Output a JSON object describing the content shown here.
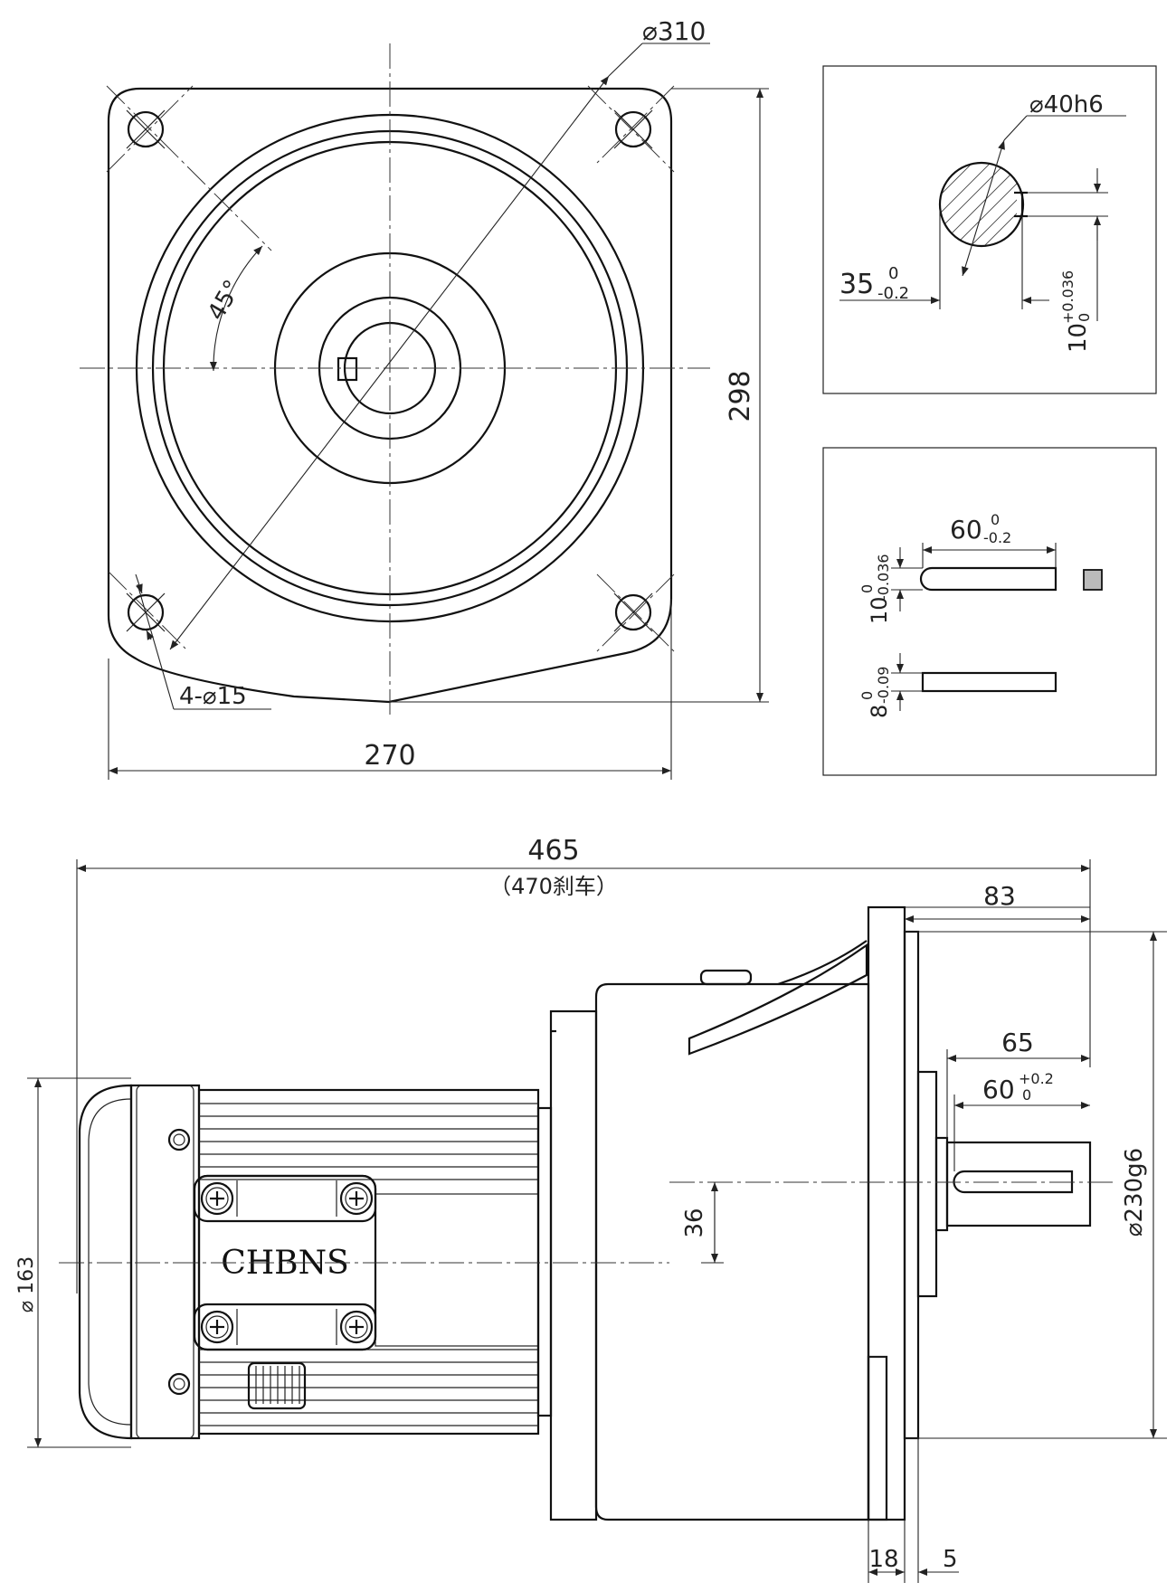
{
  "front_view": {
    "dia_flange": "⌀310",
    "angle": "45°",
    "holes": "4-⌀15",
    "height": "298",
    "width": "270"
  },
  "shaft_section": {
    "dia": "⌀40h6",
    "depth": "35",
    "depth_tol_upper": "0",
    "depth_tol_lower": "-0.2",
    "key_width": "10",
    "key_tol_upper": "+0.036",
    "key_tol_lower": "0"
  },
  "key_detail": {
    "length": "60",
    "length_tol_upper": "0",
    "length_tol_lower": "-0.2",
    "width": "10",
    "width_tol_upper": "0",
    "width_tol_lower": "-0.036",
    "height": "8",
    "height_tol_upper": "0",
    "height_tol_lower": "-0.09"
  },
  "side_view": {
    "overall_length": "465",
    "overall_length_brake": "（470刹车）",
    "flange_to_end": "83",
    "shaft_length": "65",
    "key_length": "60",
    "key_length_tol_upper": "+0.2",
    "key_length_tol_lower": "0",
    "shaft_offset": "36",
    "motor_dia": "⌀ 163",
    "pilot_dia": "⌀230g6",
    "flange_thick": "18",
    "pilot_len": "5",
    "brand": "CHBNS"
  }
}
